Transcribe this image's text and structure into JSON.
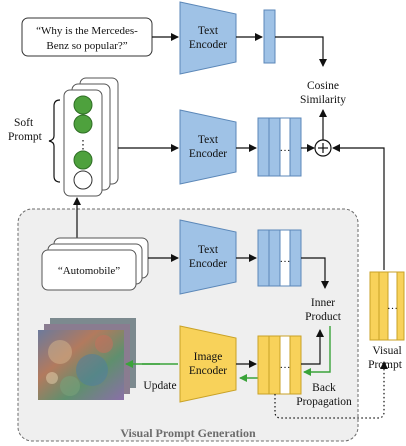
{
  "labels": {
    "question": [
      "“Why is the Mercedes-",
      "Benz so popular?”"
    ],
    "text_encoder": [
      "Text",
      "Encoder"
    ],
    "image_encoder": [
      "Image",
      "Encoder"
    ],
    "cosine_similarity": [
      "Cosine",
      "Similarity"
    ],
    "soft_prompt": [
      "Soft",
      "Prompt"
    ],
    "automobile": "“Automobile”",
    "inner_product": [
      "Inner",
      "Product"
    ],
    "update": "Update",
    "back_propagation": [
      "Back",
      "Propagation"
    ],
    "visual_prompt": [
      "Visual",
      "Prompt"
    ],
    "region_title": "Visual Prompt Generation",
    "dots": "…",
    "plus": "+"
  },
  "colors": {
    "encoder_blue": "#9fc2e6",
    "encoder_stroke": "#5b87b8",
    "vector_blue": "#9fc2e6",
    "vector_yellow": "#f8d25a",
    "vector_yellow_stroke": "#c9a227",
    "circle_green": "#4ea13d",
    "region_fill": "#efefef",
    "arrow_green": "#3aa33a"
  }
}
